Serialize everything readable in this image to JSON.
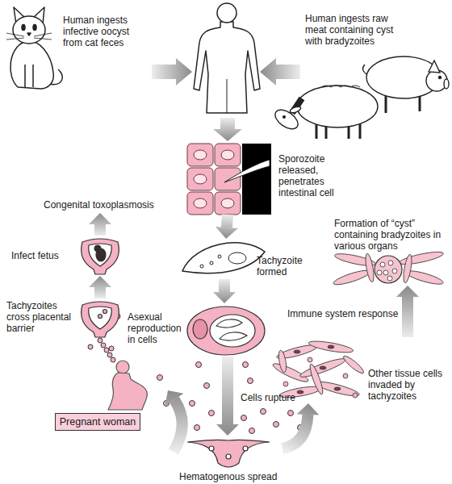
{
  "diagram": {
    "nodes": [
      {
        "text": [
          "Human ingests infective oocyst from cat feces"
        ]
      },
      {
        "text": [
          "Human ingests raw meat containing cyst with bradyzoites"
        ]
      },
      {
        "text": [
          "Sporozoite released, penetrates intestinal cell"
        ]
      },
      {
        "text": [
          "Tachyzoite formed"
        ]
      },
      {
        "text": [
          "Asexual reproduction in cells"
        ]
      },
      {
        "text": [
          "Hematogenous spread"
        ]
      },
      {
        "text": [
          "Other tissue cells invaded by tachyzoites"
        ]
      },
      {
        "text": [
          "Formation of “cyst” containing bradyzoites in various organs"
        ]
      },
      {
        "text": [
          "Pregnant woman"
        ]
      },
      {
        "text": [
          "Tachyzoites cross placental barrier"
        ]
      },
      {
        "text": [
          "Infect fetus"
        ]
      },
      {
        "text": [
          "Congenital toxoplasmosis"
        ]
      }
    ],
    "edges": [
      {
        "from": 2,
        "to": 3,
        "arrow": "to"
      },
      {
        "from": 3,
        "to": 4,
        "arrow": "to"
      },
      {
        "from": 4,
        "to": 5,
        "label": "Cells rupture",
        "arrow": "to"
      },
      {
        "from": 5,
        "to": 8,
        "arrow": "to"
      },
      {
        "from": 5,
        "to": 6,
        "arrow": "to"
      },
      {
        "from": 6,
        "to": 7,
        "label": "Immune system response",
        "arrow": "to"
      },
      {
        "from": 8,
        "to": 9,
        "arrow": "none"
      },
      {
        "from": 9,
        "to": 10,
        "arrow": "to"
      },
      {
        "from": 10,
        "to": 11,
        "arrow": "to"
      }
    ]
  }
}
